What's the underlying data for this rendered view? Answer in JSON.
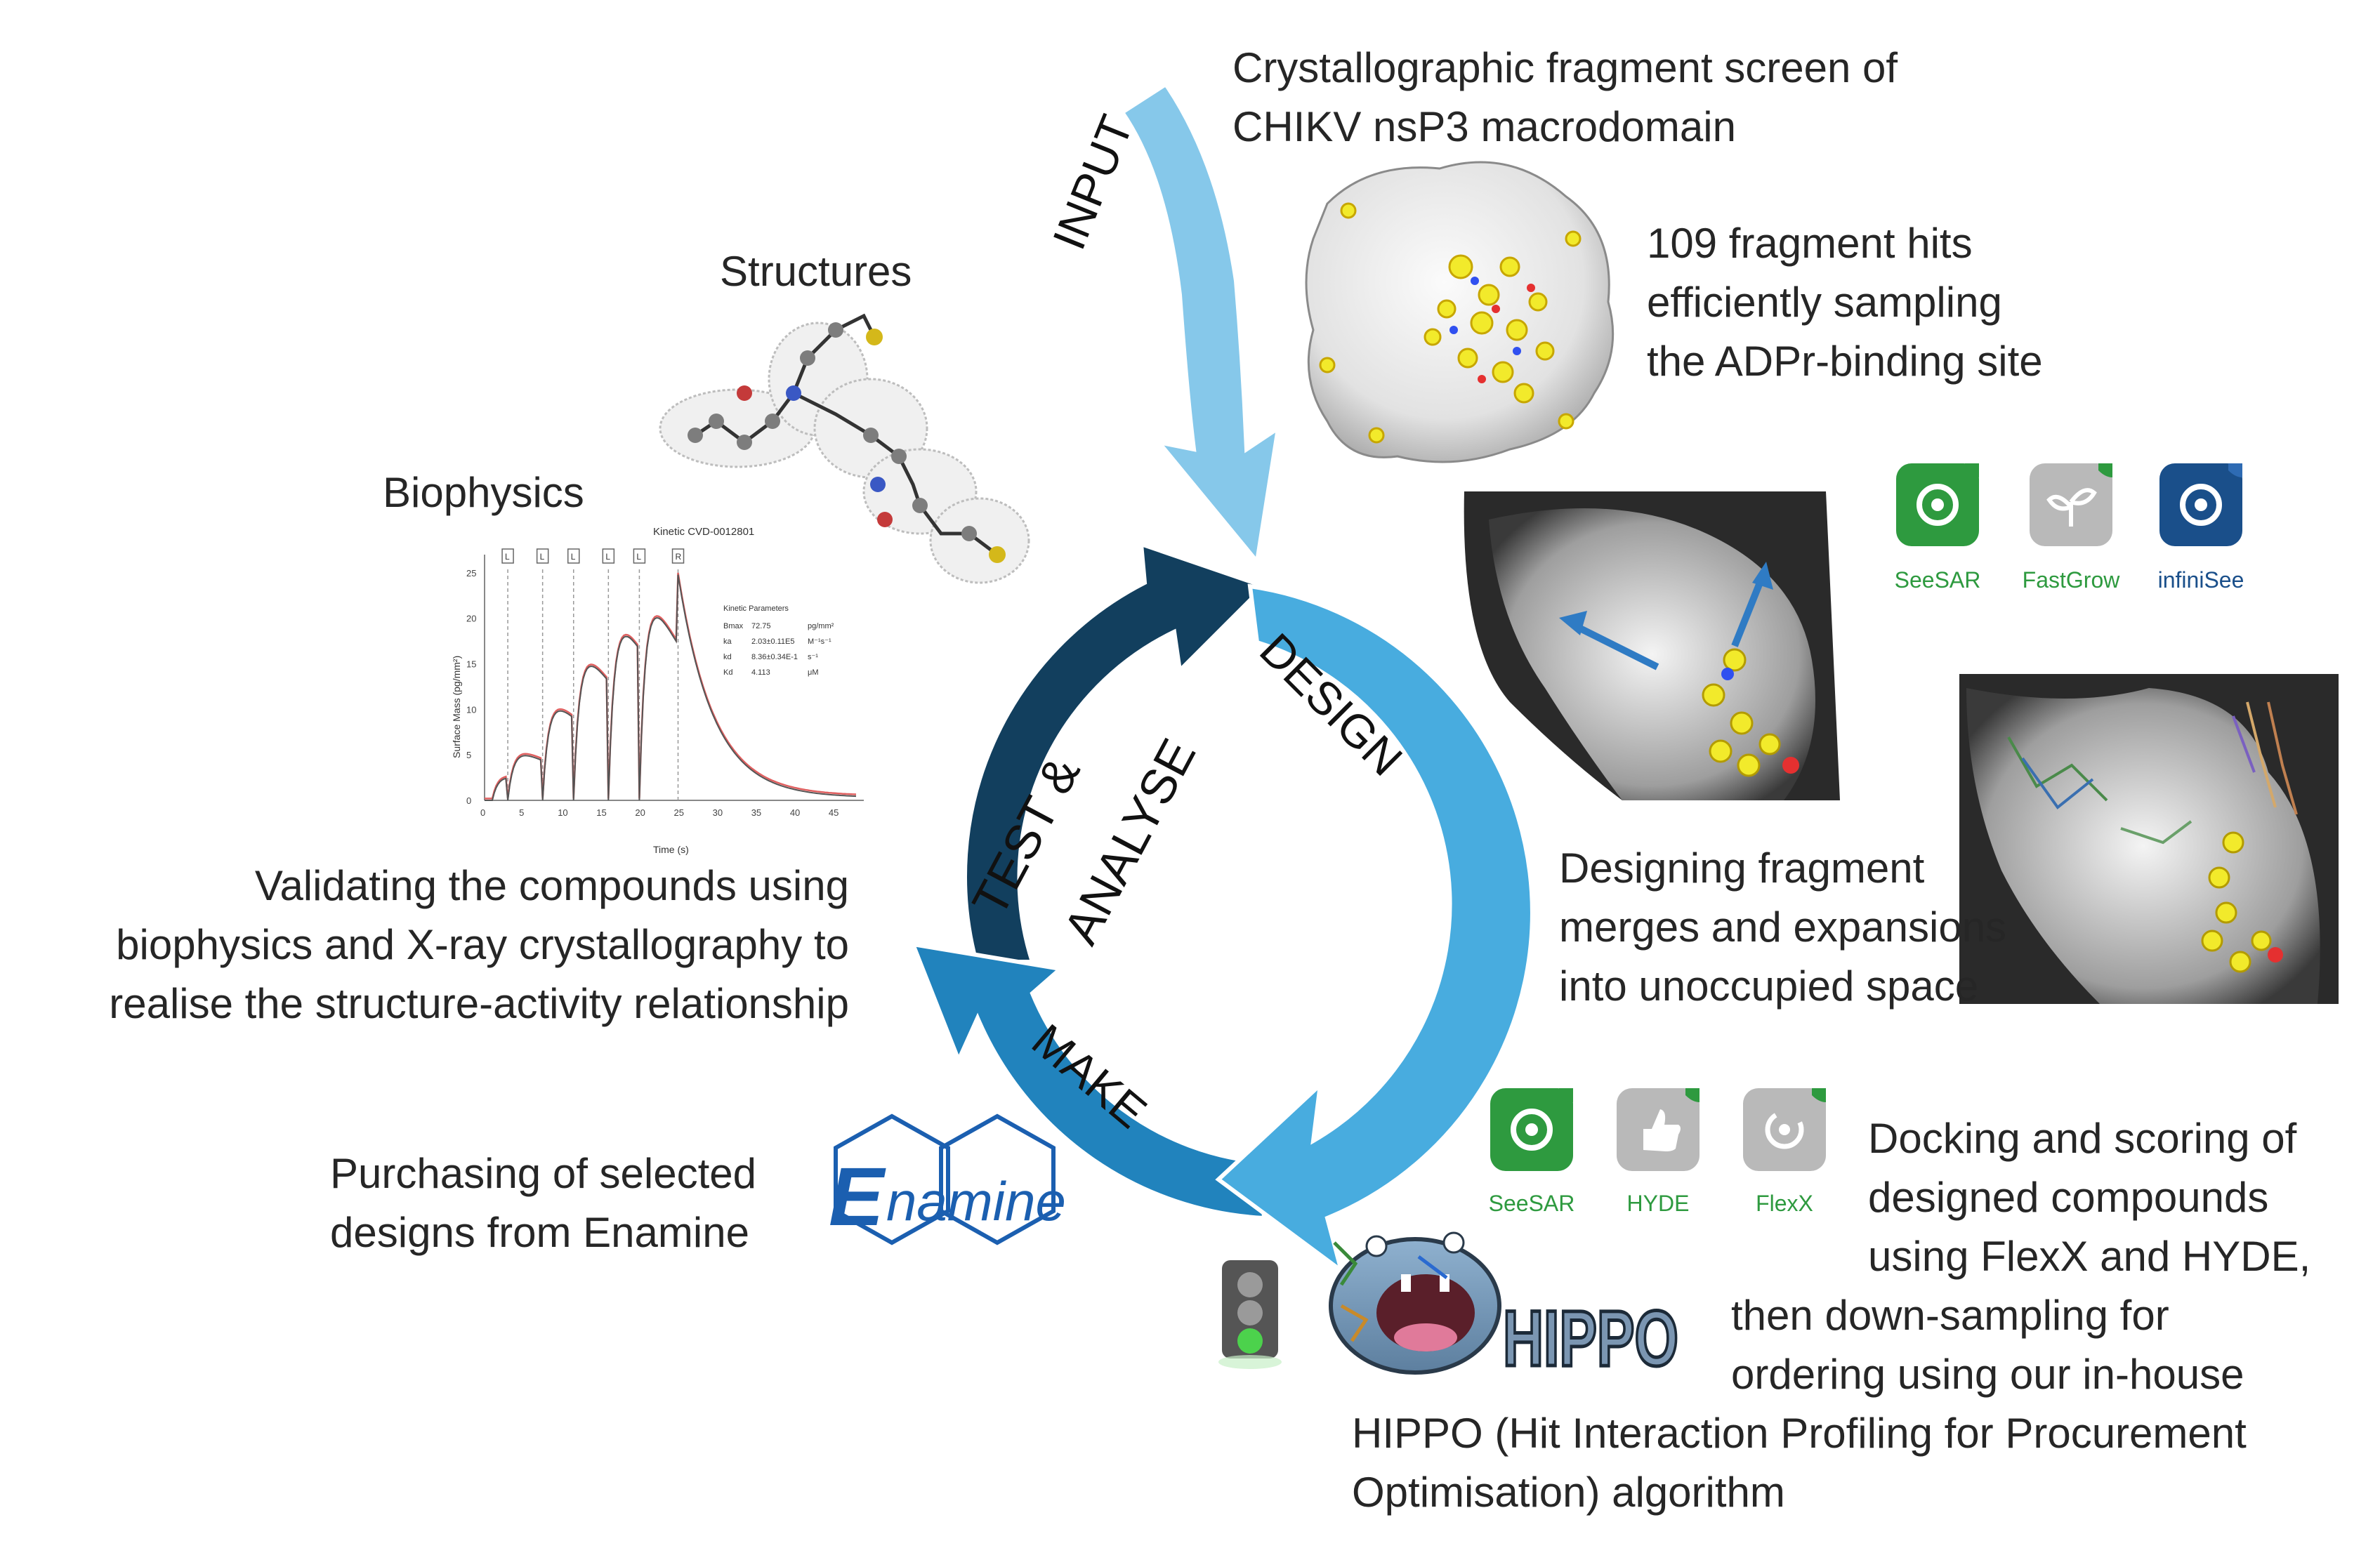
{
  "stages": {
    "input": "INPUT",
    "design": "DESIGN",
    "make": "MAKE",
    "test": "TEST &",
    "analyse": "ANALYSE"
  },
  "input_block": {
    "line1": "Crystallographic fragment screen of",
    "line2": "CHIKV nsP3 macrodomain"
  },
  "hits_block": {
    "line1": "109 fragment hits",
    "line2": "efficiently sampling",
    "line3": "the  ADPr-binding site"
  },
  "design_tools": [
    {
      "label": "SeeSAR",
      "color": "#2e9a3f",
      "icon": "target-icon"
    },
    {
      "label": "FastGrow",
      "color": "#2e9a3f",
      "icon": "sprout-icon"
    },
    {
      "label": "infiniSee",
      "color": "#1a4f8a",
      "icon": "target-icon"
    }
  ],
  "design_block": {
    "line1": "Designing fragment",
    "line2": "merges and expansions",
    "line3": "into unoccupied space"
  },
  "docking_tools": [
    {
      "label": "SeeSAR",
      "color": "#2e9a3f",
      "icon": "target-icon"
    },
    {
      "label": "HYDE",
      "color": "#2e9a3f",
      "icon": "thumbs-up-icon"
    },
    {
      "label": "FlexX",
      "color": "#2e9a3f",
      "icon": "flex-icon"
    }
  ],
  "docking_block": {
    "line1": "Docking and scoring of",
    "line2": "designed compounds",
    "line3": "using FlexX and HYDE,",
    "line4": "then down-sampling for",
    "line5": "ordering using our in-house",
    "line6": "HIPPO (Hit Interaction Profiling for Procurement",
    "line7": "Optimisation) algorithm"
  },
  "hippo_logo": "HIPPO",
  "purchase_block": {
    "line1": "Purchasing of selected",
    "line2": "designs from Enamine"
  },
  "enamine_logo": {
    "initial": "E",
    "rest": "namine"
  },
  "validate_block": {
    "line1": "Validating the compounds using",
    "line2": "biophysics and X-ray crystallography to",
    "line3": "realise the structure-activity relationship"
  },
  "structures_label": "Structures",
  "biophysics_label": "Biophysics",
  "kinetic_chart": {
    "title": "Kinetic CVD-0012801",
    "xlabel": "Time (s)",
    "ylabel": "Surface Mass (pg/mm²)",
    "xticks": [
      "0",
      "5",
      "10",
      "15",
      "20",
      "25",
      "30",
      "35",
      "40",
      "45"
    ],
    "yticks": [
      "0",
      "5",
      "10",
      "15",
      "20",
      "25"
    ],
    "injection_markers": [
      "L",
      "L",
      "L",
      "L",
      "L",
      "R"
    ],
    "params_title": "Kinetic Parameters",
    "params": [
      {
        "name": "Bmax",
        "value": "72.75",
        "unit": "pg/mm²"
      },
      {
        "name": "ka",
        "value": "2.03±0.11E5",
        "unit": "M⁻¹s⁻¹"
      },
      {
        "name": "kd",
        "value": "8.36±0.34E-1",
        "unit": "s⁻¹"
      },
      {
        "name": "Kd",
        "value": "4.113",
        "unit": "μM"
      }
    ]
  },
  "colors": {
    "input_arrow": "#86c8ea",
    "design_arrow": "#48acdf",
    "make_arrow": "#2183bd",
    "test_arrow": "#123f5e",
    "ring_border": "#ffffff",
    "surface": "#d9d9d9",
    "ligand": "#f2ea2b",
    "vector_arrow": "#2f7bc4"
  }
}
